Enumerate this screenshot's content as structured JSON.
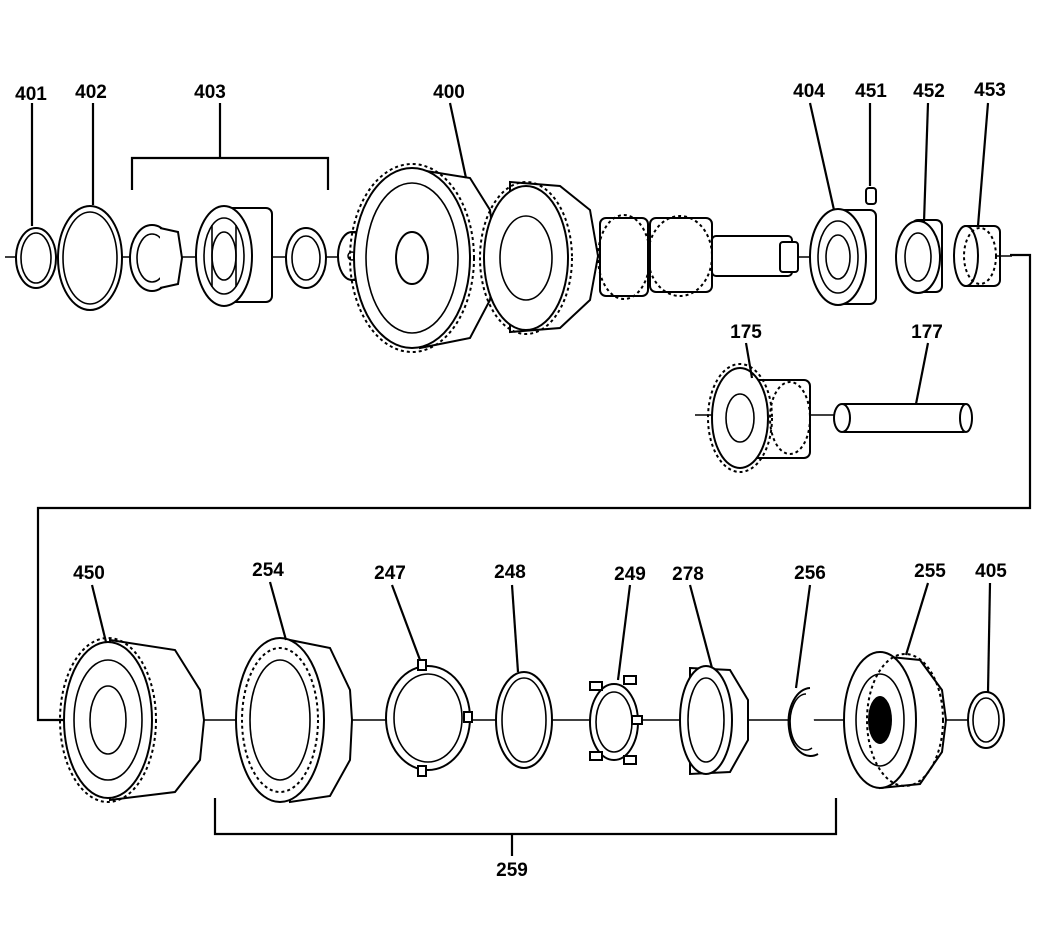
{
  "callouts": {
    "c401": "401",
    "c402": "402",
    "c403": "403",
    "c400": "400",
    "c404": "404",
    "c451": "451",
    "c452": "452",
    "c453": "453",
    "c175": "175",
    "c177": "177",
    "c450": "450",
    "c254": "254",
    "c247": "247",
    "c248": "248",
    "c249": "249",
    "c278": "278",
    "c256": "256",
    "c255": "255",
    "c405": "405",
    "c259": "259"
  }
}
